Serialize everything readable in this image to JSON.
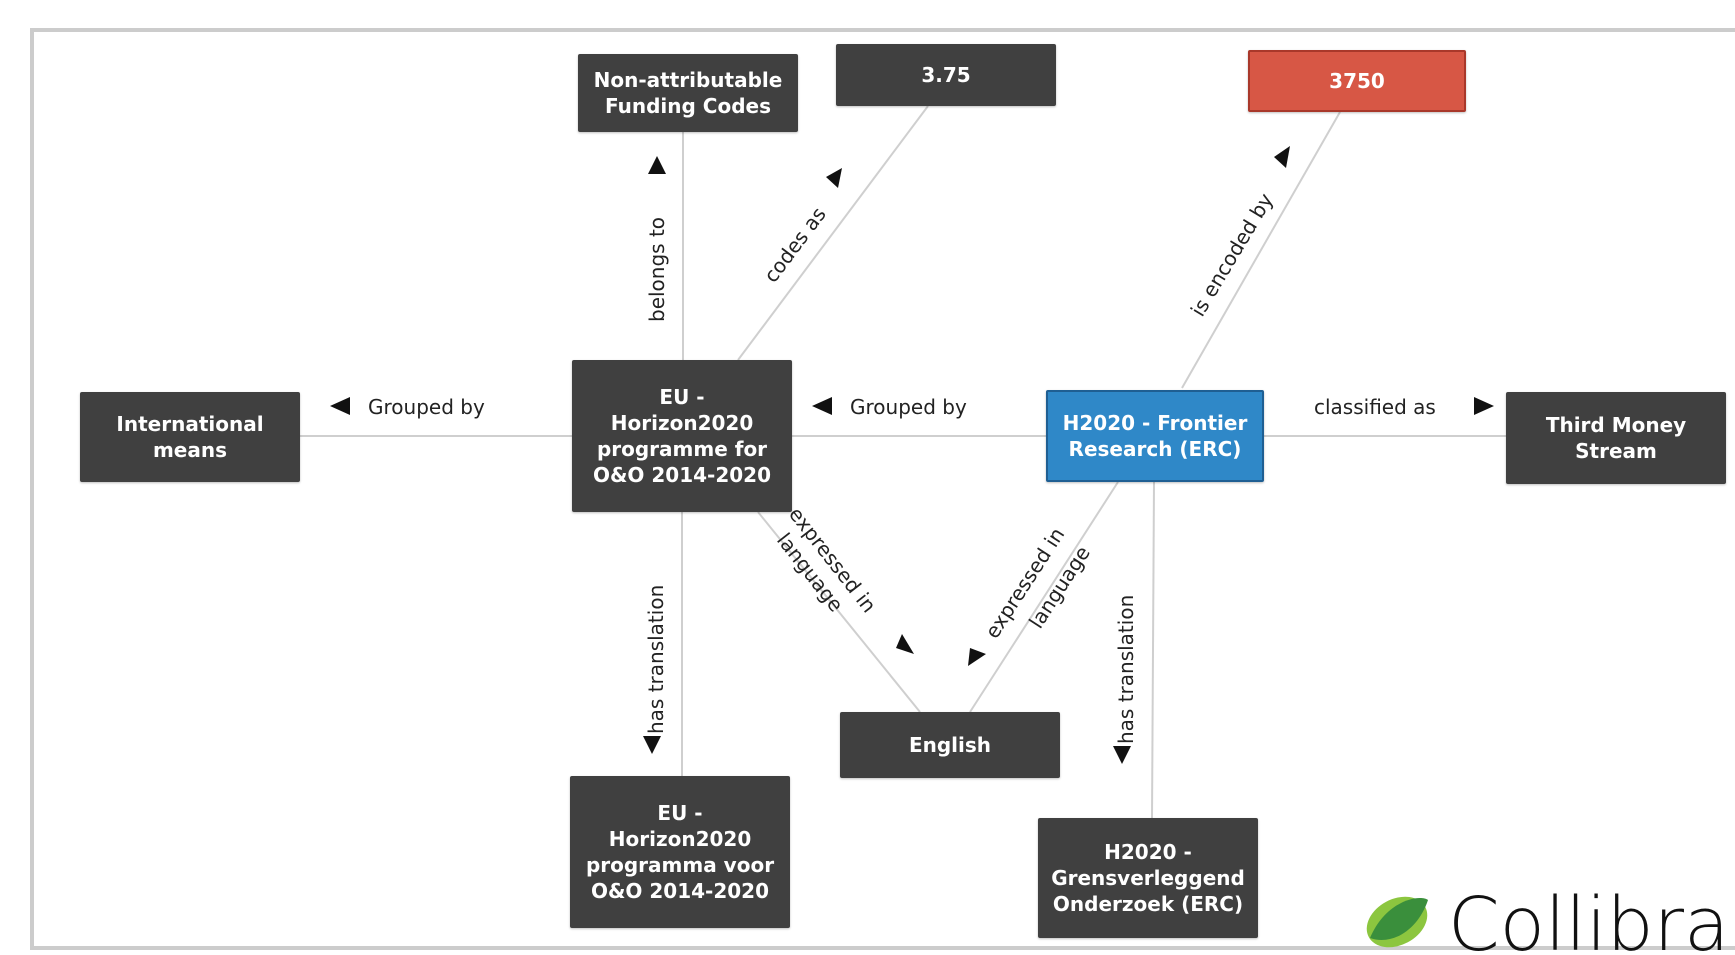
{
  "colors": {
    "node_default": "#404040",
    "node_selected": "#2f88c8",
    "node_highlight": "#d75745",
    "edge": "#cfcfcf",
    "logo_leaf_dark": "#3a8f3c",
    "logo_leaf_light": "#8cc63f"
  },
  "nodes": {
    "non_attributable": "Non-attributable\nFunding Codes",
    "code_375": "3.75",
    "code_3750": "3750",
    "international_means": "International\nmeans",
    "eu_horizon_en": "EU -\nHorizon2020\nprogramme for\nO&O 2014-2020",
    "h2020_frontier": "H2020 - Frontier\nResearch (ERC)",
    "third_money_stream": "Third Money\nStream",
    "english": "English",
    "eu_horizon_nl": "EU -\nHorizon2020\nprogramma voor\nO&O 2014-2020",
    "h2020_grensverleggend": "H2020 -\nGrensverleggend\nOnderzoek (ERC)"
  },
  "edge_labels": {
    "belongs_to": "belongs to",
    "codes_as": "codes as",
    "is_encoded_by": "is encoded by",
    "grouped_by_1": "Grouped by",
    "grouped_by_2": "Grouped by",
    "classified_as": "classified as",
    "expressed_in_1a": "expressed in",
    "expressed_in_1b": "language",
    "expressed_in_2a": "expressed in",
    "expressed_in_2b": "language",
    "has_translation_1": "has translation",
    "has_translation_2": "has translation"
  },
  "logo": {
    "name": "Collibra",
    "icon": "collibra-leaf-icon"
  }
}
